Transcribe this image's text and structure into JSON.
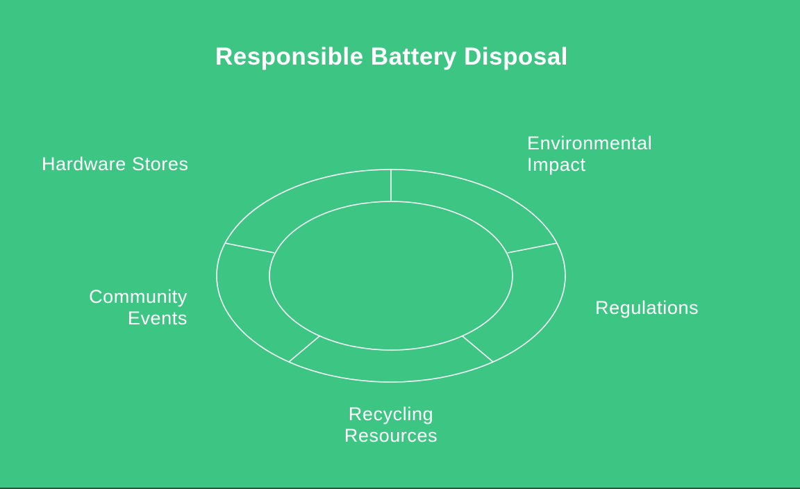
{
  "title": "Responsible Battery Disposal",
  "colors": {
    "background": "#3dc583",
    "text": "#ffffff",
    "ring_stroke": "#ffffff"
  },
  "segments": [
    {
      "label": "Environmental\nImpact"
    },
    {
      "label": "Regulations"
    },
    {
      "label": "Recycling\nResources"
    },
    {
      "label": "Community\nEvents"
    },
    {
      "label": "Hardware Stores"
    }
  ]
}
